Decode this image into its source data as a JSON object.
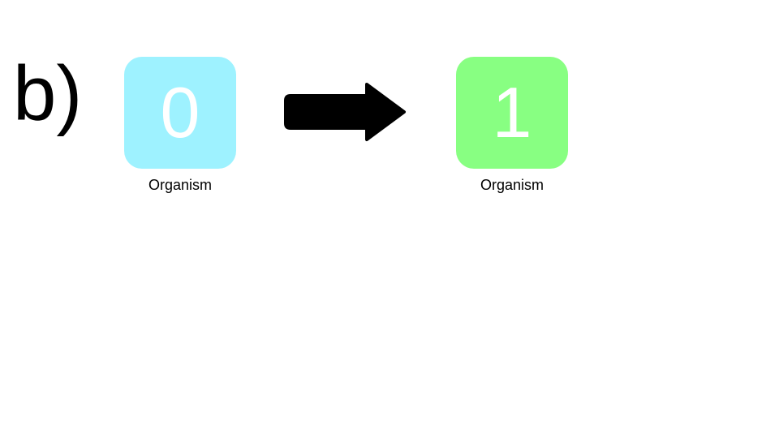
{
  "panel_label": "b)",
  "before": {
    "value": "0",
    "caption": "Organism",
    "color": "#9ef2ff"
  },
  "transition_icon": "right-arrow-icon",
  "after": {
    "value": "1",
    "caption": "Organism",
    "color": "#88ff82"
  }
}
